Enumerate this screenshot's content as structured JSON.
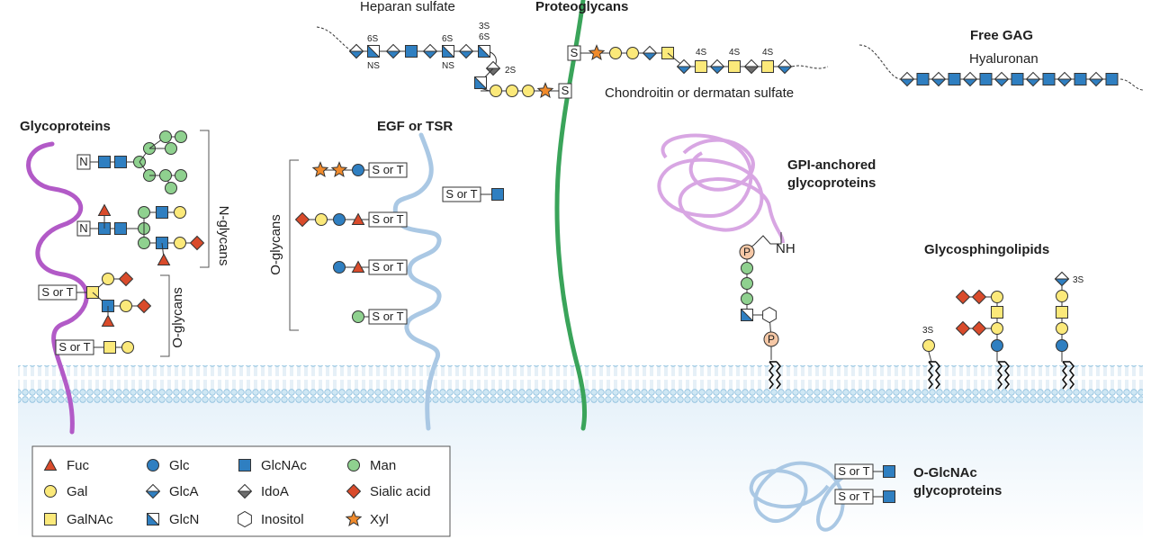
{
  "proteoglycans": {
    "title": "Proteoglycans",
    "heparan_label": "Heparan sulfate",
    "chondroitin_label": "Chondroitin or dermatan sulfate",
    "mods": {
      "six_s": "6S",
      "ns": "NS",
      "three_s": "3S",
      "two_s": "2S",
      "four_s": "4S"
    },
    "s_box": "S"
  },
  "free_gag": {
    "title": "Free GAG",
    "subtitle": "Hyaluronan"
  },
  "glycoproteins": {
    "title": "Glycoproteins",
    "n_glycans_label": "N-glycans",
    "o_glycans_label": "O-glycans",
    "n_box": "N",
    "sort_box": "S or T"
  },
  "egf": {
    "title": "EGF or TSR",
    "o_glycans_label": "O-glycans",
    "sort_box": "S or T"
  },
  "gpi": {
    "title_line1": "GPI-anchored",
    "title_line2": "glycoproteins",
    "nh": "NH",
    "p": "P"
  },
  "gsl": {
    "title": "Glycosphingolipids",
    "three_s": "3S"
  },
  "oglcnac": {
    "title_line1": "O-GlcNAc",
    "title_line2": "glycoproteins",
    "sort_box": "S or T"
  },
  "legend": [
    {
      "icon": "fuc-triangle-icon",
      "label": "Fuc"
    },
    {
      "icon": "glc-circle-icon",
      "label": "Glc"
    },
    {
      "icon": "glcnac-square-icon",
      "label": "GlcNAc"
    },
    {
      "icon": "man-circle-icon",
      "label": "Man"
    },
    {
      "icon": "gal-circle-icon",
      "label": "Gal"
    },
    {
      "icon": "glca-diamond-icon",
      "label": "GlcA"
    },
    {
      "icon": "idoa-diamond-icon",
      "label": "IdoA"
    },
    {
      "icon": "sialic-acid-diamond-icon",
      "label": "Sialic acid"
    },
    {
      "icon": "galnac-square-icon",
      "label": "GalNAc"
    },
    {
      "icon": "glcn-square-icon",
      "label": "GlcN"
    },
    {
      "icon": "inositol-hexagon-icon",
      "label": "Inositol"
    },
    {
      "icon": "xyl-star-icon",
      "label": "Xyl"
    }
  ],
  "colors": {
    "fuc": "#d94b2b",
    "glc": "#2f7fc1",
    "glcnac": "#2f7fc1",
    "man": "#8fd18f",
    "gal": "#fbe97a",
    "glca_top": "#ffffff",
    "glca_bottom": "#2f7fc1",
    "idoa_top": "#ffffff",
    "idoa_bottom": "#6d6d6d",
    "sialic": "#d94b2b",
    "galnac": "#fbe97a",
    "glcn": "#2f7fc1",
    "xyl": "#f08a2b",
    "proteoglycan_core": "#3aa45a",
    "egf_backbone": "#aac8e4",
    "glycoprotein_backbone": "#b25ac7",
    "gpi_protein": "#d8a6e3",
    "membrane_head": "#c9e3f2",
    "cytoplasm": "#eef6fc"
  }
}
